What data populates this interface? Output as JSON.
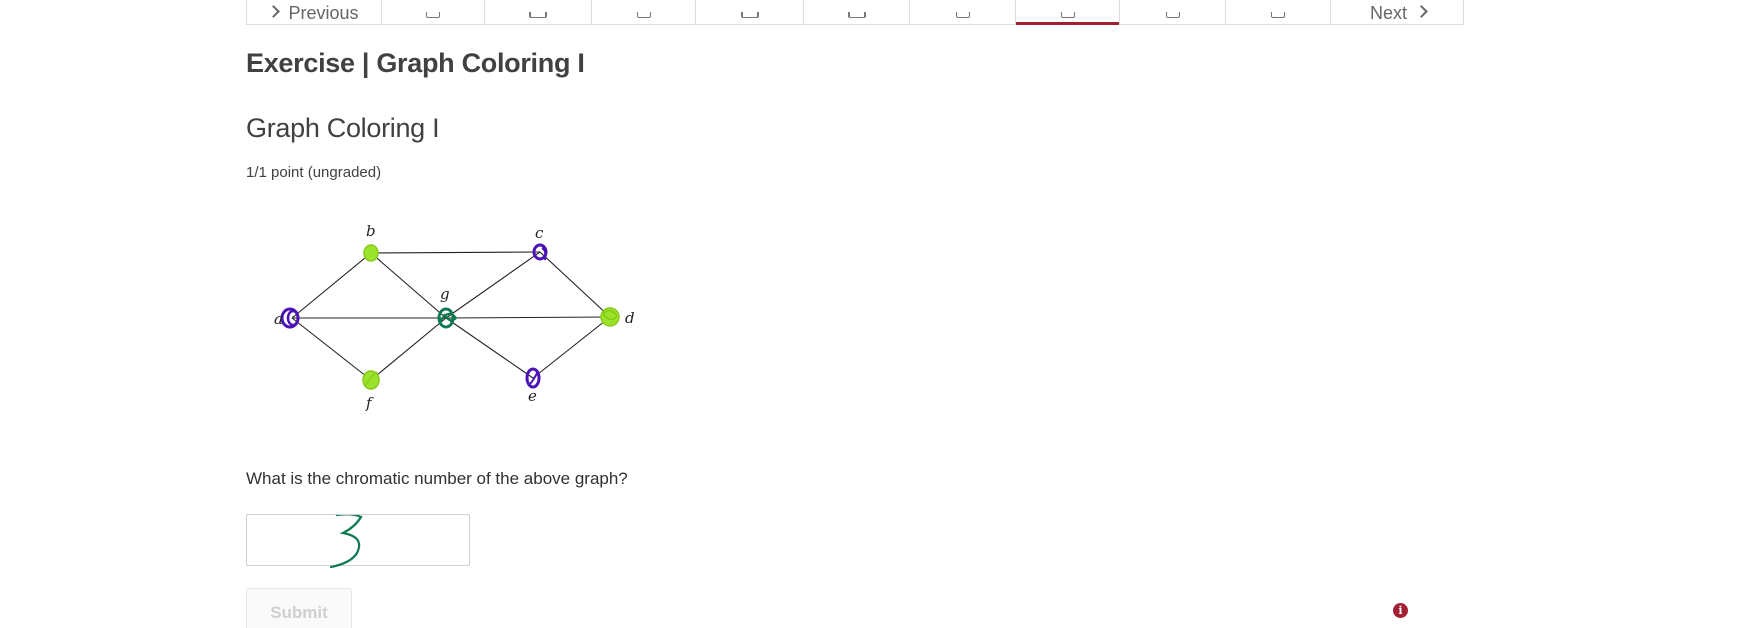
{
  "sequence_nav": {
    "previous_label": "Previous",
    "next_label": "Next",
    "items": [
      {
        "label": "previous",
        "icon": "chevron-left-icon",
        "width": 135
      },
      {
        "label": "unit-1",
        "icon": "document-icon",
        "width": 103
      },
      {
        "label": "unit-2",
        "icon": "video-icon",
        "width": 107
      },
      {
        "label": "unit-3",
        "icon": "document-icon",
        "width": 104
      },
      {
        "label": "unit-4",
        "icon": "video-icon",
        "width": 108
      },
      {
        "label": "unit-5",
        "icon": "video-icon",
        "width": 106
      },
      {
        "label": "unit-6",
        "icon": "document-icon",
        "width": 106
      },
      {
        "label": "unit-7",
        "icon": "document-icon",
        "width": 104,
        "active": true
      },
      {
        "label": "unit-8",
        "icon": "document-icon",
        "width": 106
      },
      {
        "label": "unit-9",
        "icon": "document-icon",
        "width": 105
      },
      {
        "label": "next",
        "icon": "chevron-right-icon",
        "width": 134
      }
    ]
  },
  "unit_title": "Exercise | Graph Coloring I",
  "problem": {
    "title": "Graph Coloring I",
    "points": "1/1 point (ungraded)",
    "question": "What is the chromatic number of the above graph?",
    "answer_value": "3",
    "submit_label": "Submit"
  },
  "graph": {
    "node_labels": {
      "a": "a",
      "b": "b",
      "c": "c",
      "d": "d",
      "e": "e",
      "f": "f",
      "g": "g"
    },
    "colors": {
      "blue": "#4b12b8",
      "green": "#9be22a",
      "teal": "#0f7a52"
    }
  },
  "colors": {
    "accent": "#a31f34",
    "text": "#414141"
  }
}
